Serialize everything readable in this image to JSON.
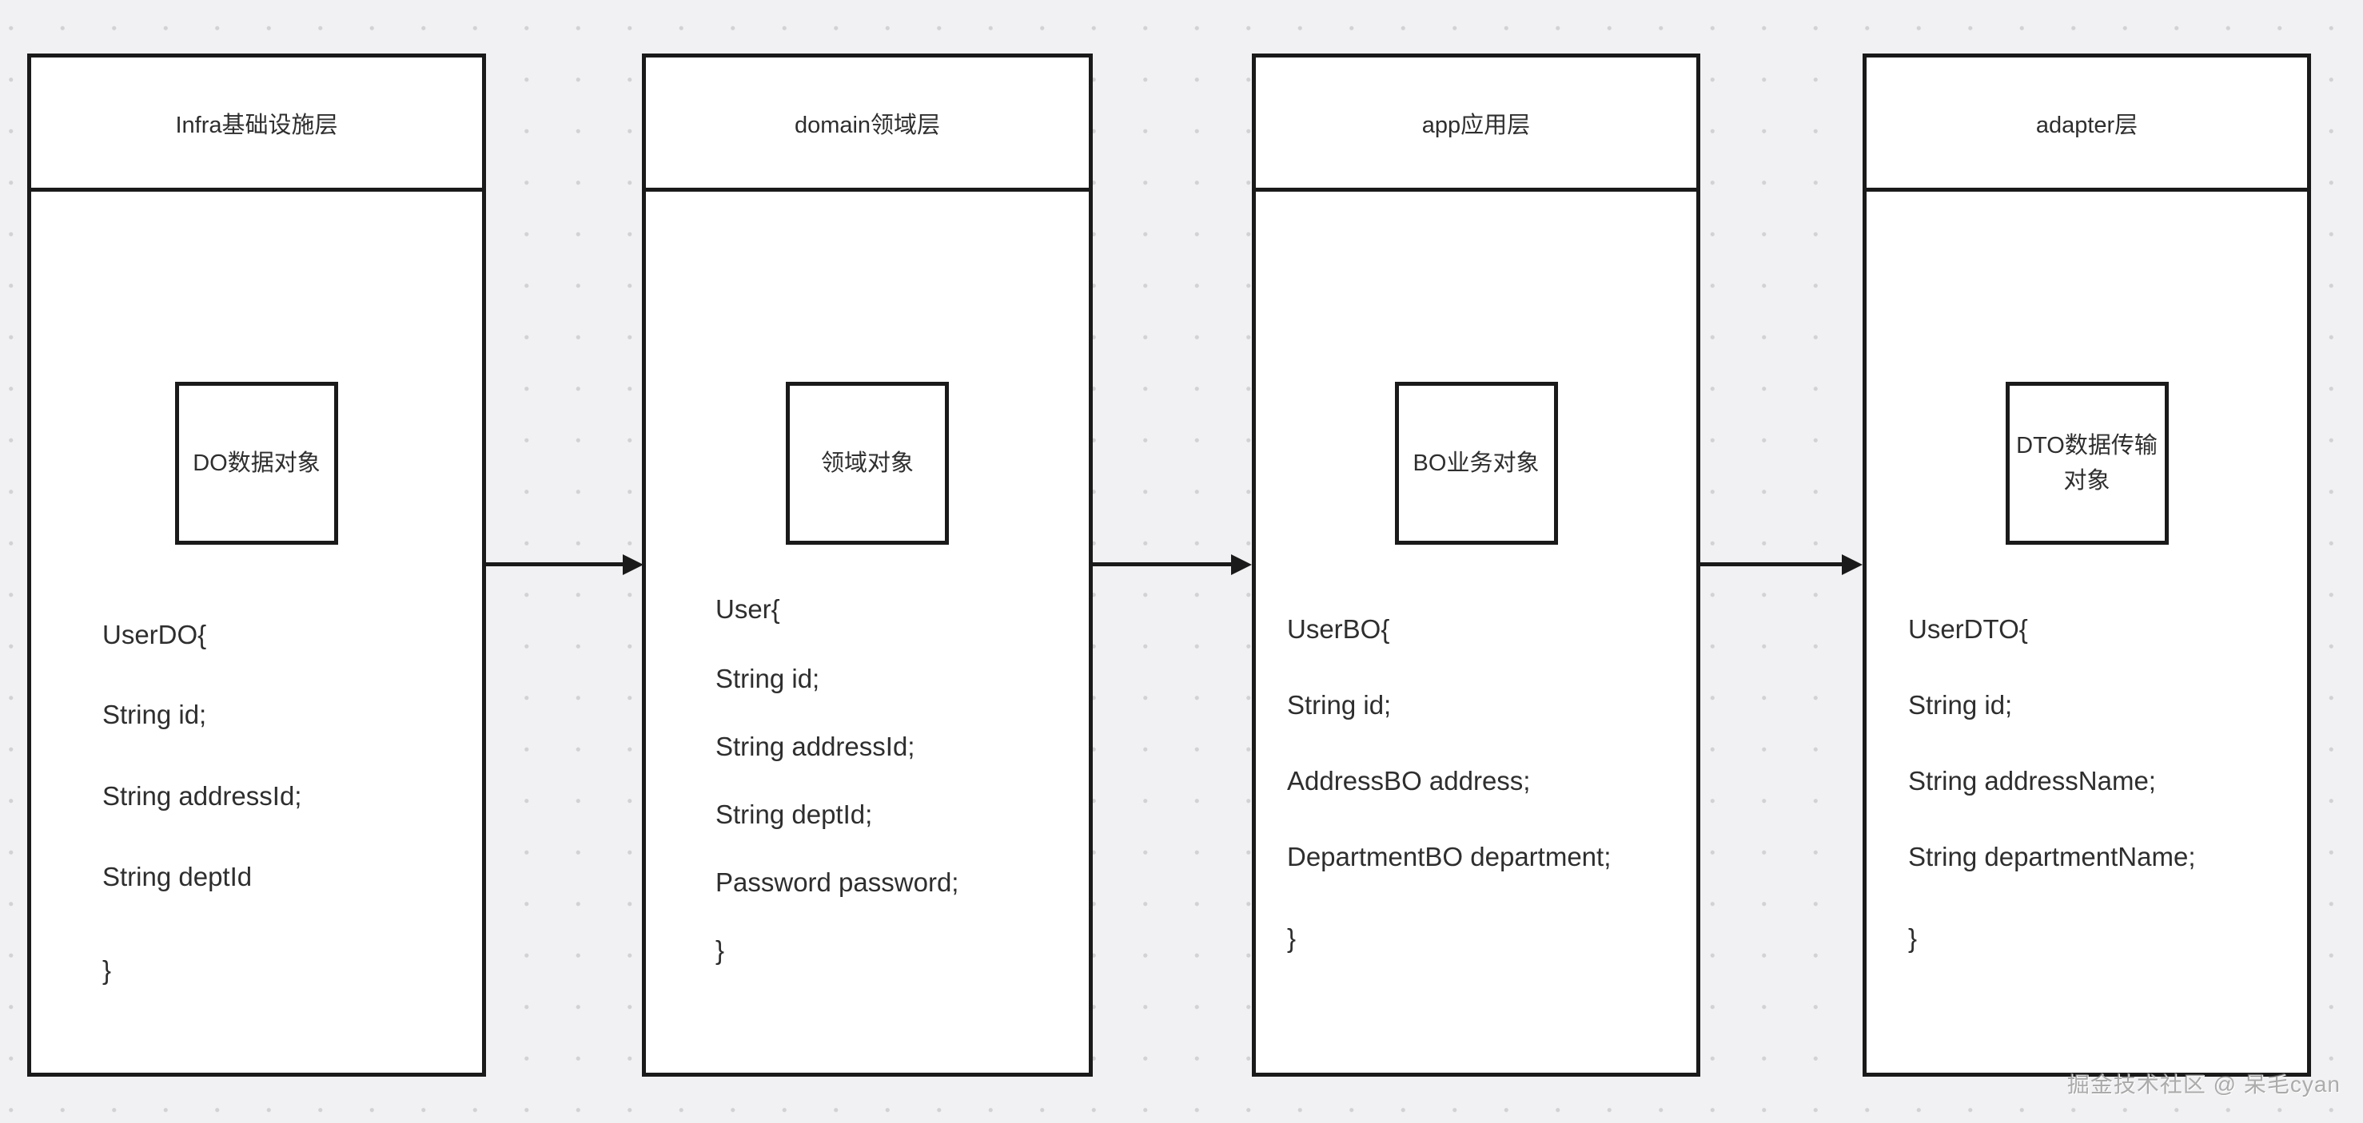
{
  "canvas": {
    "background_color": "#f1f1f3",
    "dot_grid_color": "#d2d2d5",
    "shape_fill_color": "#ffffff",
    "shape_border_color": "#1a1a1a",
    "text_color": "#2e2e2e"
  },
  "columns": [
    {
      "header": "Infra基础设施层",
      "object_label": "DO数据对象",
      "code": [
        "UserDO{",
        "String id;",
        "String addressId;",
        "String deptId",
        "}"
      ]
    },
    {
      "header": "domain领域层",
      "object_label": "领域对象",
      "code": [
        "User{",
        "String id;",
        "String addressId;",
        "String deptId;",
        "Password password;",
        "}"
      ]
    },
    {
      "header": "app应用层",
      "object_label": "BO业务对象",
      "code": [
        "UserBO{",
        "String id;",
        "AddressBO address;",
        "DepartmentBO department;",
        "}"
      ]
    },
    {
      "header": "adapter层",
      "object_label": "DTO数据传输\n对象",
      "code": [
        "UserDTO{",
        "String id;",
        "String addressName;",
        "String departmentName;",
        "}"
      ]
    }
  ],
  "arrows": [
    {
      "from": "Infra基础设施层",
      "to": "domain领域层",
      "direction": "right"
    },
    {
      "from": "domain领域层",
      "to": "app应用层",
      "direction": "right"
    },
    {
      "from": "app应用层",
      "to": "adapter层",
      "direction": "right"
    }
  ],
  "watermark": "掘金技术社区 @ 呆毛cyan"
}
